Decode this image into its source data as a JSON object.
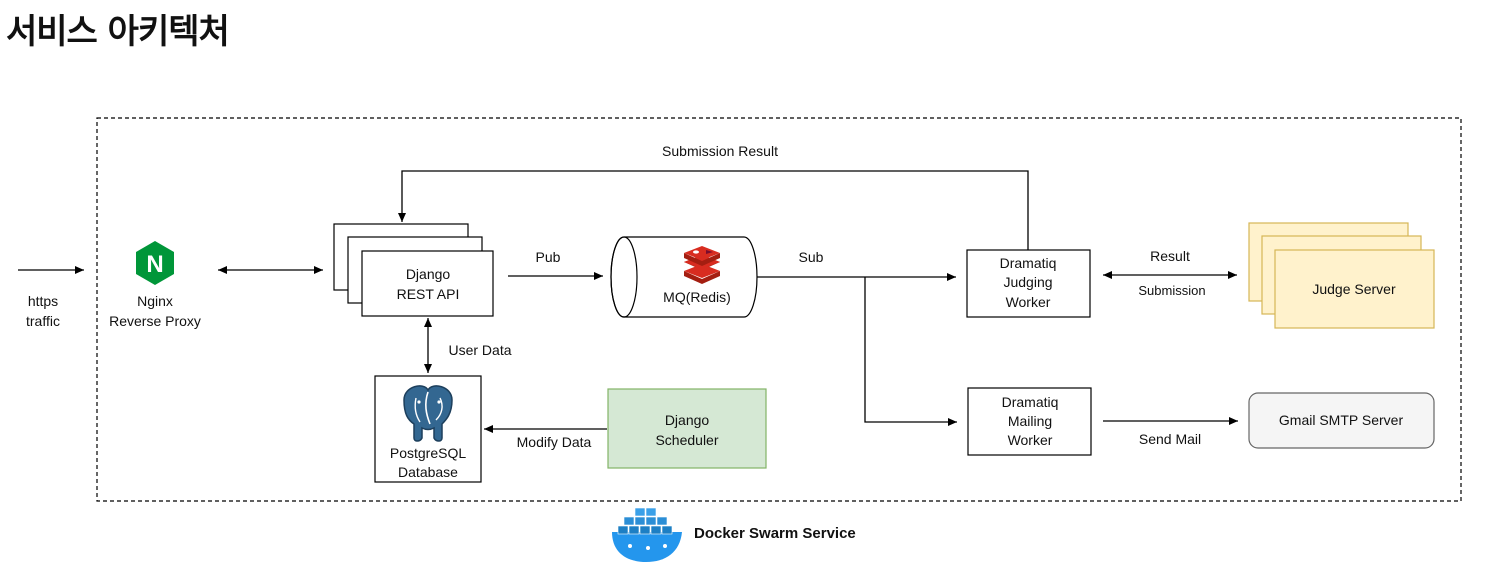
{
  "page": {
    "title": "서비스 아키텍처"
  },
  "diagram": {
    "entry": {
      "line1": "https",
      "line2": "traffic"
    },
    "nginx": {
      "badge": "N",
      "line1": "Nginx",
      "line2": "Reverse Proxy"
    },
    "django_api": {
      "line1": "Django",
      "line2": "REST API"
    },
    "mq": {
      "label": "MQ(Redis)"
    },
    "judging_worker": {
      "line1": "Dramatiq",
      "line2": "Judging",
      "line3": "Worker"
    },
    "judge_server": {
      "label": "Judge Server"
    },
    "mailing_worker": {
      "line1": "Dramatiq",
      "line2": "Mailing",
      "line3": "Worker"
    },
    "gmail": {
      "label": "Gmail SMTP Server"
    },
    "postgres": {
      "line1": "PostgreSQL",
      "line2": "Database"
    },
    "scheduler": {
      "line1": "Django",
      "line2": "Scheduler"
    },
    "edges": {
      "submission_result": "Submission Result",
      "pub": "Pub",
      "sub": "Sub",
      "result": "Result",
      "submission": "Submission",
      "user_data": "User Data",
      "modify_data": "Modify Data",
      "send_mail": "Send Mail"
    },
    "footer": {
      "label": "Docker Swarm Service"
    }
  },
  "colors": {
    "judge_fill": "#fff2cc",
    "judge_stroke": "#d6b656",
    "scheduler_fill": "#d5e8d4",
    "scheduler_stroke": "#82b366",
    "gmail_fill": "#f5f5f5",
    "gmail_stroke": "#666666",
    "nginx_green": "#009639",
    "redis_red": "#d82c20",
    "postgres_blue": "#336791",
    "docker_blue": "#2496ed"
  }
}
